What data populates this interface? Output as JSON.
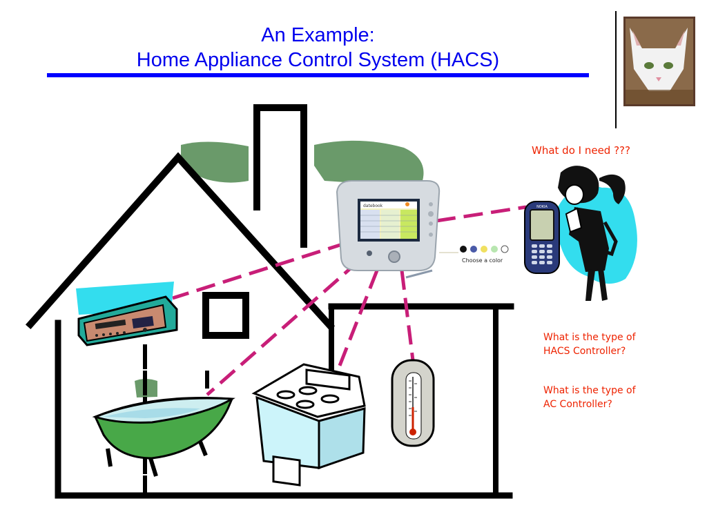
{
  "slide": {
    "title_line1": "An Example:",
    "title_line2": "Home Appliance Control System (HACS)"
  },
  "callouts": {
    "need": "What do I need ???",
    "hacs_line1": "What is the type of",
    "hacs_line2": "HACS Controller?",
    "ac_line1": "What is the type of",
    "ac_line2": "AC Controller?"
  },
  "controller": {
    "screen_title": "datebook",
    "palette_label": "Choose a color",
    "palette_colors": [
      "#111111",
      "#4a5aa8",
      "#f0e060",
      "#b8e6b0",
      "#ffffff"
    ]
  },
  "phone": {
    "brand": "NOKIA"
  },
  "colors": {
    "title": "#0000ee",
    "rule": "#0000ff",
    "link": "#c81e78",
    "question": "#ee2200",
    "sky": "#33ddee",
    "tree": "#6a9a6a"
  },
  "icons": {
    "house": "house-outline-icon",
    "controller": "home-controller-device-icon",
    "vcr": "vcr-icon",
    "bathtub": "bathtub-icon",
    "stove": "stove-icon",
    "thermometer": "thermometer-icon",
    "phone": "mobile-phone-icon",
    "person": "woman-on-phone-icon",
    "cat": "cat-photo-icon"
  }
}
